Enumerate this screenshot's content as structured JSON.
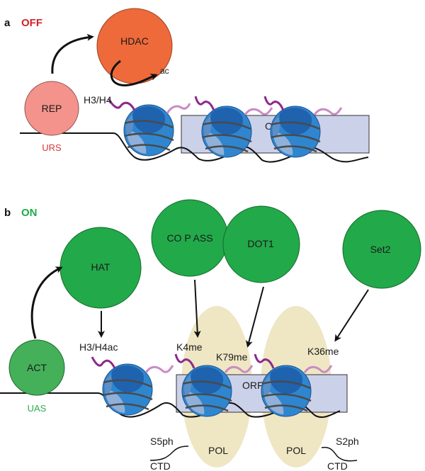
{
  "panel_a": {
    "letter": "a",
    "state": "OFF",
    "state_color": "#d2232a",
    "hdac": "HDAC",
    "ac": "ac",
    "rep": "REP",
    "urs": "URS",
    "h3h4": "H3/H4",
    "orf": "ORF"
  },
  "panel_b": {
    "letter": "b",
    "state": "ON",
    "state_color": "#1faa4b",
    "hat": "HAT",
    "compass": "CO  P ASS",
    "dot1": "DOT1",
    "set2": "Set2",
    "act": "ACT",
    "uas": "UAS",
    "h3h4ac": "H3/H4ac",
    "k4me": "K4me",
    "k79me": "K79me",
    "k36me": "K36me",
    "orf": "ORF",
    "pol1": "POL",
    "pol2": "POL",
    "s5ph": "S5ph",
    "s2ph": "S2ph",
    "ctd1": "CTD",
    "ctd2": "CTD"
  },
  "colors": {
    "hdac_fill": "#ee6a3b",
    "rep_fill": "#f3938c",
    "green_fill": "#22a94a",
    "act_fill": "#45b05a",
    "urs_text": "#d9353a",
    "uas_text": "#2eaa4c",
    "orf_box": "#ccd1ea",
    "pol_fill": "#efe6c3",
    "nucleosome_dark": "#1f62ae",
    "nucleosome_mid": "#2f86cf",
    "nucleosome_light": "#8fb0d9",
    "tail": "#8c2a8c",
    "tail_light": "#c98bc4"
  }
}
